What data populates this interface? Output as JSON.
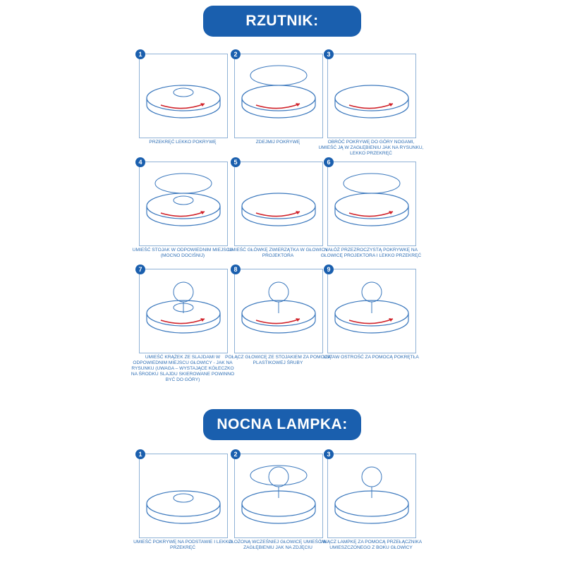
{
  "sections": [
    {
      "title": "RZUTNIK:",
      "steps": [
        {
          "num": "1",
          "caption": "PRZEKRĘĆ LEKKO POKRYWĘ"
        },
        {
          "num": "2",
          "caption": "ZDEJMIJ POKRYWĘ"
        },
        {
          "num": "3",
          "caption": "OBRÓĆ POKRYWĘ DO GÓRY NOGAMI, UMIEŚĆ JĄ W ZAGŁĘBIENIU JAK NA RYSUNKU, LEKKO PRZEKRĘĆ"
        },
        {
          "num": "4",
          "caption": "UMIEŚĆ STOJAK W ODPOWIEDNIM MIEJSCU (MOCNO DOCIŚNIJ)"
        },
        {
          "num": "5",
          "caption": "UMIEŚĆ GŁÓWKĘ ZWIERZĄTKA W GŁOWICY PROJEKTORA"
        },
        {
          "num": "6",
          "caption": "NAŁÓŻ PRZEZROCZYSTĄ POKRYWKĘ NA GŁOWICĘ PROJEKTORA I LEKKO PRZEKRĘĆ"
        },
        {
          "num": "7",
          "caption": "UMIEŚĆ KRĄŻEK ZE SLAJDAMI W ODPOWIEDNIM MIEJSCU GŁOWICY - JAK NA RYSUNKU (UWAGA – WYSTAJĄCE KÓŁECZKO NA ŚRODKU SLAJDU SKIEROWANE POWINNO BYĆ DO GÓRY)"
        },
        {
          "num": "8",
          "caption": "POŁĄCZ GŁOWICĘ ZE STOJAKIEM ZA POMOCĄ PLASTIKOWEJ ŚRUBY"
        },
        {
          "num": "9",
          "caption": "USTAW OSTROŚĆ ZA POMOCĄ POKRĘTŁA"
        }
      ]
    },
    {
      "title": "NOCNA LAMPKA:",
      "steps": [
        {
          "num": "1",
          "caption": "UMIEŚĆ POKRYWĘ NA PODSTAWIE I LEKKO PRZEKRĘĆ"
        },
        {
          "num": "2",
          "caption": "ZŁOŻONĄ WCZEŚNIEJ GŁOWICĘ UMIEŚĆ W ZAGŁĘBIENIU JAK NA ZDJĘCIU"
        },
        {
          "num": "3",
          "caption": "WŁĄCZ LAMPKĘ ZA POMOCĄ PRZEŁĄCZNIKA UMIESZCZONEGO Z BOKU GŁOWICY"
        }
      ]
    }
  ],
  "colors": {
    "brand": "#1a5fae",
    "arrow": "#d0222a",
    "line": "#8fb2d6"
  }
}
